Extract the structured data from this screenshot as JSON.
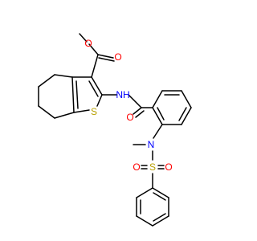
{
  "molecule": {
    "atoms": {
      "ester_o1": "O",
      "ester_o2": "O",
      "thiophene_s": "S",
      "amide_nh": "NH",
      "amide_o": "O",
      "sulfonamide_n": "N",
      "sulfonyl_s": "S",
      "sulfonyl_o1": "O",
      "sulfonyl_o2": "O"
    },
    "colors": {
      "bond": "#000000",
      "oxygen": "#ff0000",
      "nitrogen": "#0000ff",
      "sulfur": "#b8a000"
    }
  }
}
